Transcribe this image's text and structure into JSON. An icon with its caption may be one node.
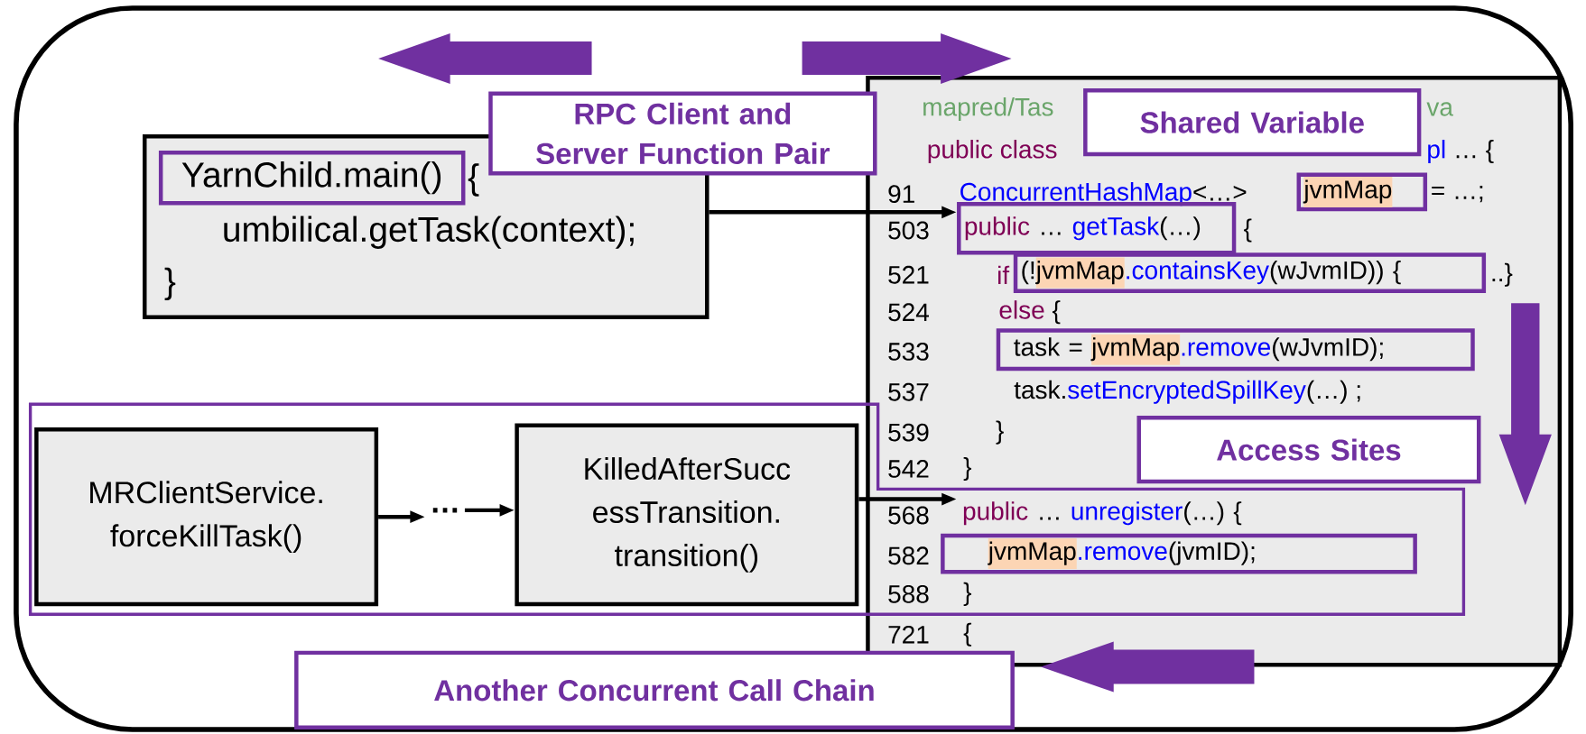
{
  "diagram": {
    "nodes": [
      {
        "text": [
          "{",
          "umbilical.getTask(context);",
          "}"
        ]
      },
      {
        "text": [
          "YarnChild.main()"
        ],
        "in": 0
      },
      {
        "text": [
          "RPC Client and Server Function Pair"
        ]
      },
      {
        "text": [
          "mapred/Tas",
          "va",
          "public class",
          "pl",
          "… {",
          "91",
          "ConcurrentHashMap",
          "<…>",
          "= …;",
          "503",
          "{",
          "521",
          "if",
          "..}",
          "524",
          "else",
          "{",
          "533",
          "537",
          "task.",
          "setEncryptedSpillKey",
          "(…) ;",
          "539",
          "}",
          "542",
          "}",
          "568",
          "582",
          "588",
          "}",
          "721",
          "{"
        ]
      },
      {
        "text": [
          "jvmMap"
        ],
        "in": 3
      },
      {
        "text": [
          "public",
          "…",
          "getTask",
          "(…)"
        ],
        "in": 3
      },
      {
        "text": [
          "(!",
          "jvmMap",
          ".containsKey",
          "(wJvmID)) {"
        ],
        "in": 3
      },
      {
        "text": [
          "task =",
          "jvmMap",
          ".remove",
          "(wJvmID);"
        ],
        "in": 3
      },
      {
        "text": [
          "Shared Variable"
        ],
        "in": 3
      },
      {
        "text": [
          "Access Sites"
        ],
        "in": 3
      },
      {
        "text": [
          "public",
          "…",
          "unregister",
          "(…) {"
        ],
        "in": 3
      },
      {
        "text": [
          "jvmMap",
          ".remove",
          "(jvmID);"
        ],
        "in": 3
      },
      {
        "text": [
          "MRClientService. forceKillTask()"
        ]
      },
      {
        "text": [
          "…"
        ]
      },
      {
        "text": [
          "KilledAfterSucc essTransition. transition()"
        ]
      },
      {
        "text": [
          "Another Concurrent Call Chain"
        ]
      }
    ],
    "edges": [
      {
        "from": 0,
        "to": 5,
        "arrow": "to"
      },
      {
        "from": 12,
        "to": 13,
        "arrow": "to"
      },
      {
        "from": 13,
        "to": 14,
        "arrow": "to"
      },
      {
        "from": 14,
        "to": 10,
        "arrow": "to"
      }
    ]
  }
}
